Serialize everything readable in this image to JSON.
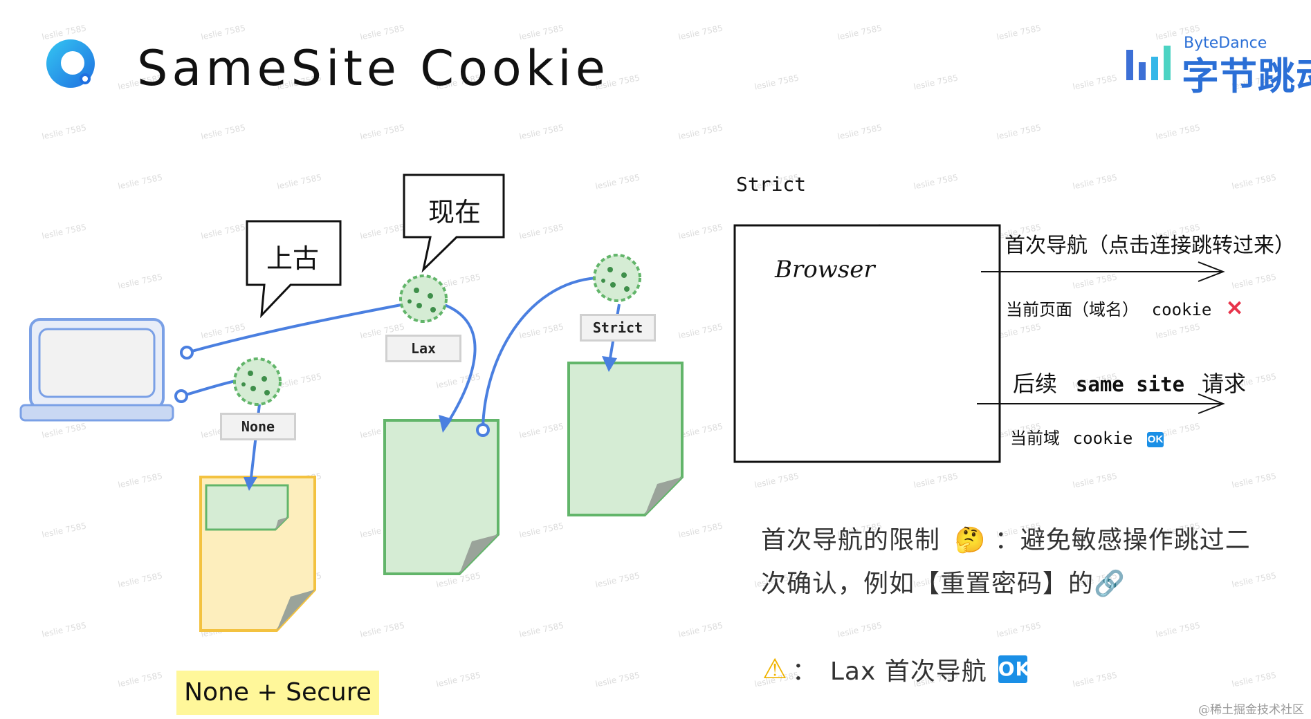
{
  "title": "SameSite Cookie",
  "brand": {
    "en": "ByteDance",
    "cn": "字节跳动"
  },
  "bubbles": {
    "past": "上古",
    "now": "现在"
  },
  "cookie_labels": {
    "none": "None",
    "lax": "Lax",
    "strict": "Strict"
  },
  "none_secure": "None + Secure",
  "strict_panel": {
    "heading": "Strict",
    "browser": "Browser",
    "first_nav": "首次导航（点击连接跳转过来）",
    "current_page_cookie": {
      "prefix": "当前页面（域名）",
      "cookie": "cookie",
      "mark": "✕"
    },
    "same_site": {
      "prefix": "后续",
      "mid": "same site",
      "suffix": "请求"
    },
    "current_domain_cookie": {
      "prefix": "当前域",
      "cookie": "cookie",
      "badge": "OK"
    }
  },
  "note": {
    "line1_a": "首次导航的限制",
    "line1_emoji": "🤔",
    "line1_b": "：避免敏感操作跳过二",
    "line2": "次确认，例如【重置密码】的🔗"
  },
  "warning": {
    "icon": "⚠",
    "sep": "：",
    "text": "Lax 首次导航",
    "badge": "OK"
  },
  "watermark": "leslie 7585",
  "footer": "@稀土掘金技术社区",
  "colors": {
    "accent_blue": "#2b6fd6",
    "arrow_blue": "#4a7fe0",
    "doc_green": "#d5ecd4",
    "doc_green_border": "#62b56a",
    "doc_yellow": "#fdeebd",
    "doc_yellow_border": "#f3c240",
    "ok_blue": "#1a8fe6",
    "cross_red": "#e8334a"
  }
}
